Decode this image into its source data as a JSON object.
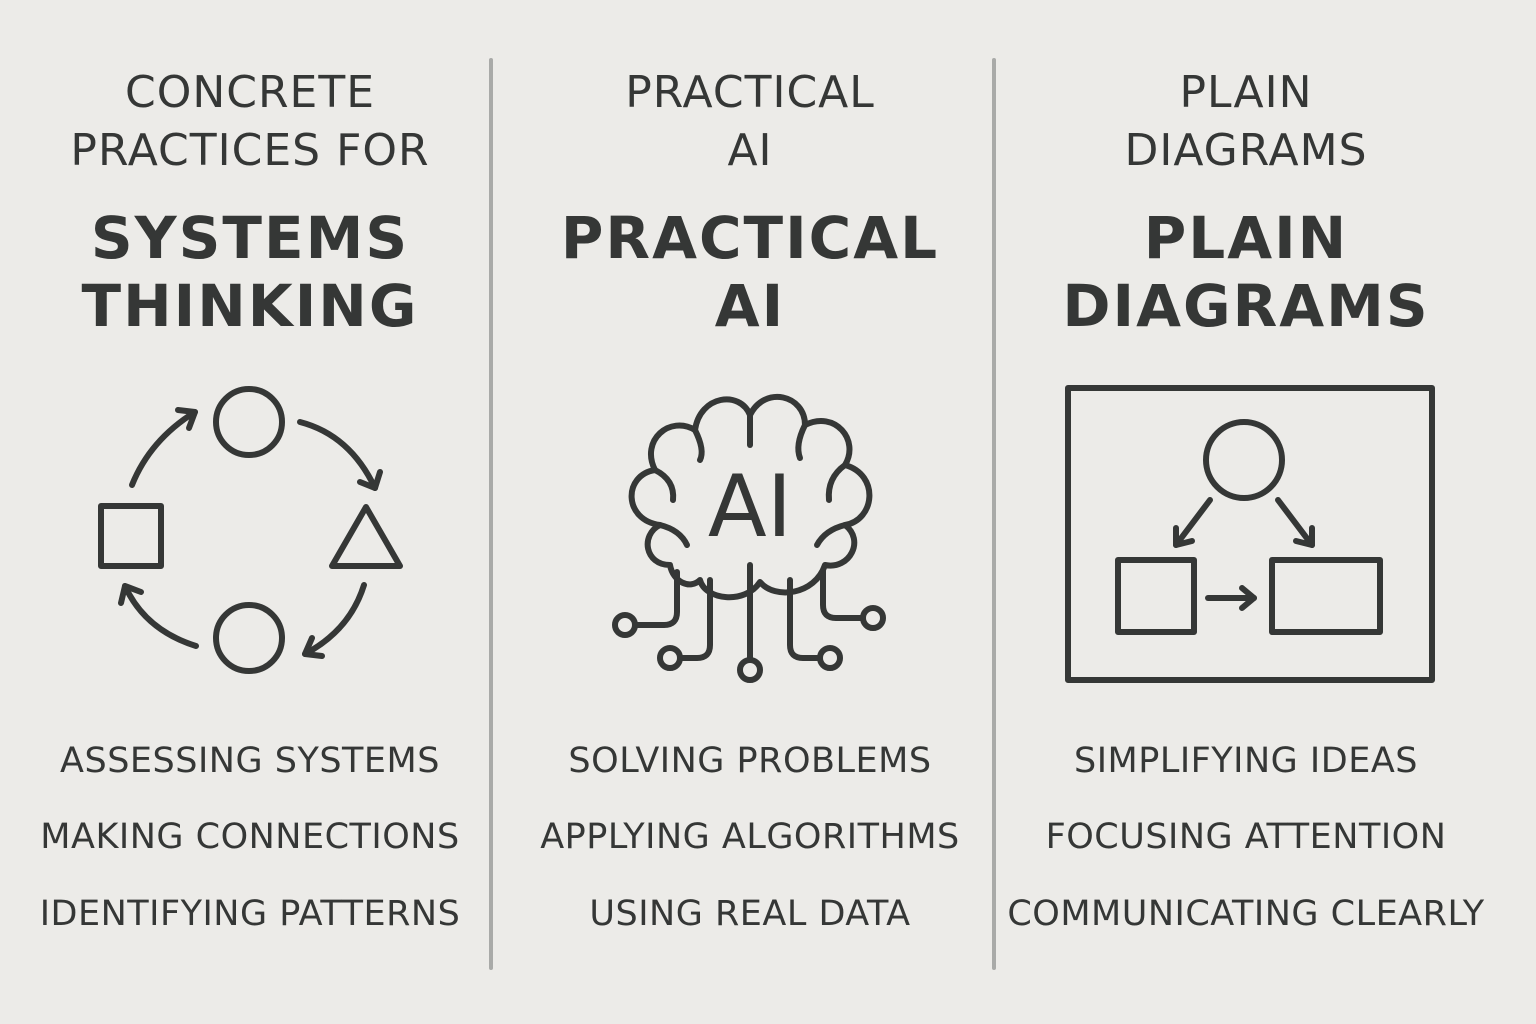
{
  "columns": [
    {
      "subtitle": [
        "Concrete",
        "Practices for"
      ],
      "title": [
        "Systems",
        "Thinking"
      ],
      "icon": "cycle-diagram-icon",
      "items": [
        "Assessing Systems",
        "Making Connections",
        "Identifying Patterns"
      ]
    },
    {
      "subtitle": [
        "Practical",
        "AI"
      ],
      "title": [
        "Practical",
        "AI"
      ],
      "icon": "ai-brain-icon",
      "icon_text": "AI",
      "items": [
        "Solving Problems",
        "Applying Algorithms",
        "Using Real Data"
      ]
    },
    {
      "subtitle": [
        "Plain",
        "Diagrams"
      ],
      "title": [
        "Plain",
        "Diagrams"
      ],
      "icon": "flowchart-icon",
      "items": [
        "Simplifying Ideas",
        "Focusing Attention",
        "Communicating Clearly"
      ]
    }
  ],
  "colors": {
    "background": "#ecebe8",
    "ink": "#353736",
    "divider": "#a9aaa8"
  }
}
